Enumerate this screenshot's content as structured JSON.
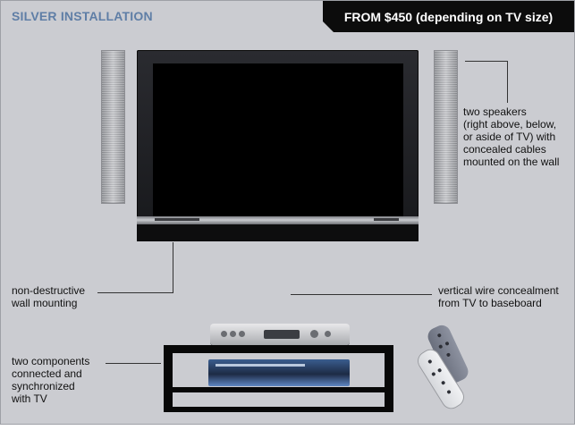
{
  "header": {
    "title": "SILVER INSTALLATION",
    "price": "FROM $450 (depending on TV size)"
  },
  "callouts": {
    "speakers": "two speakers\n(right above, below,\nor aside of TV) with\nconcealed cables\nmounted on the wall",
    "wall_mounting": "non-destructive\nwall mounting",
    "wire_concealment": "vertical wire concealment\nfrom TV to baseboard",
    "components": "two components\nconnected and\nsynchronized\nwith TV"
  },
  "colors": {
    "panel_background": "#cbccd1",
    "title_blue": "#5f7ea6",
    "price_tab": "#0c0c0c"
  },
  "icons": [
    "flat-panel-tv",
    "wall-speaker",
    "cable-box",
    "dvd-player",
    "tv-stand",
    "remote-control"
  ]
}
